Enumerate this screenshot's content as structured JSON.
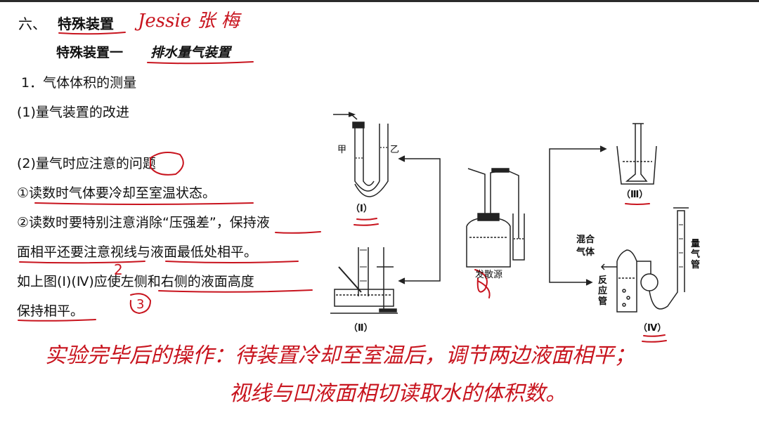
{
  "section": {
    "number": "六、",
    "title": "特殊装置",
    "handwritten_name": "Jessie 张 梅"
  },
  "subtitle": {
    "prefix": "特殊装置一",
    "emphasis": "排水量气装置"
  },
  "items": {
    "item1": "1．气体体积的测量",
    "item1_1": "(1)量气装置的改进",
    "item2": "(2)量气时应注意的问题",
    "point1": "①读数时气体要冷却至室温状态。",
    "point2_line1": "②读数时要特别注意消除“压强差”，保持液",
    "point2_line2": "面相平还要注意视线与液面最低处相平。",
    "point3_line1": "如上图(Ⅰ)(Ⅳ)应使左侧和右侧的液面高度",
    "point3_line2": "保持相平。"
  },
  "annotations": {
    "circle2": "2",
    "circle3": "3"
  },
  "diagram": {
    "jia": "甲",
    "yi": "乙",
    "label_I": "（Ⅰ）",
    "label_II": "（Ⅱ）",
    "label_III": "（Ⅲ）",
    "label_IV": "（Ⅳ）",
    "source": "发散源",
    "mixed_gas_1": "混合",
    "mixed_gas_2": "气体",
    "reaction_tube": "反应管",
    "gas_tube": "量气管"
  },
  "handwritten_notes": {
    "line1": "实验完毕后的操作：待装置冷却至室温后，调节两边液面相平；",
    "line2": "视线与凹液面相切读取水的体积数。"
  },
  "colors": {
    "ink_red": "#c8141e",
    "text": "#111111"
  }
}
